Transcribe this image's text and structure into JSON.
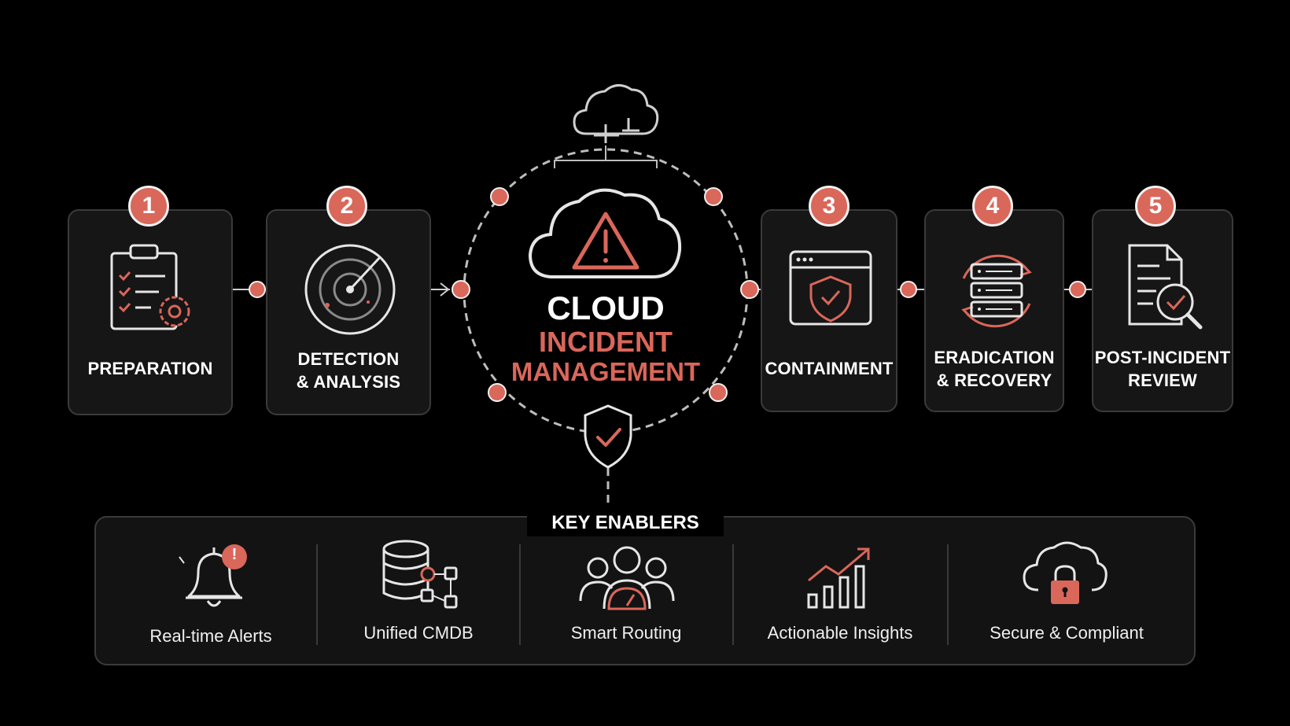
{
  "center": {
    "line1": "CLOUD",
    "line2": "INCIDENT",
    "line3": "MANAGEMENT"
  },
  "steps": [
    {
      "number": "1",
      "title": "PREPARATION",
      "icon": "clipboard-gear-icon"
    },
    {
      "number": "2",
      "title": "DETECTION\n& ANALYSIS",
      "icon": "radar-icon"
    },
    {
      "number": "3",
      "title": "CONTAINMENT",
      "icon": "browser-shield-icon"
    },
    {
      "number": "4",
      "title": "ERADICATION\n& RECOVERY",
      "icon": "server-refresh-icon"
    },
    {
      "number": "5",
      "title": "POST-INCIDENT\nREVIEW",
      "icon": "document-search-icon"
    }
  ],
  "enablers": {
    "heading": "KEY ENABLERS",
    "items": [
      {
        "label": "Real-time Alerts",
        "icon": "bell-alert-icon",
        "badge": "!"
      },
      {
        "label": "Unified CMDB",
        "icon": "database-network-icon"
      },
      {
        "label": "Smart Routing",
        "icon": "team-routing-icon"
      },
      {
        "label": "Actionable Insights",
        "icon": "growth-chart-icon"
      },
      {
        "label": "Secure & Compliant",
        "icon": "cloud-lock-icon"
      }
    ]
  },
  "colors": {
    "accent": "#d9675a",
    "background": "#000000",
    "card": "#161616",
    "stroke": "#d6d6d6"
  }
}
